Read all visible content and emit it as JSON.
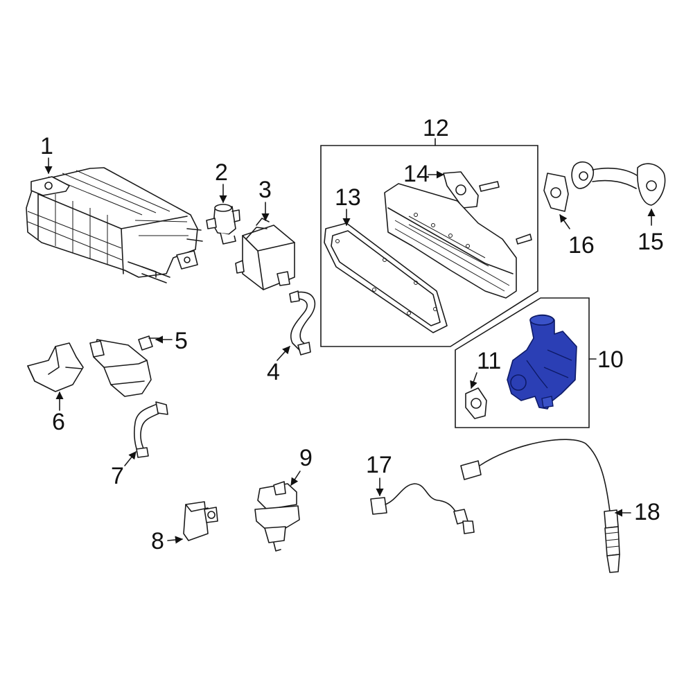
{
  "diagram": {
    "highlight_color": "#2b3fb5",
    "callouts": [
      {
        "id": "1",
        "label": "1"
      },
      {
        "id": "2",
        "label": "2"
      },
      {
        "id": "3",
        "label": "3"
      },
      {
        "id": "4",
        "label": "4"
      },
      {
        "id": "5",
        "label": "5"
      },
      {
        "id": "6",
        "label": "6"
      },
      {
        "id": "7",
        "label": "7"
      },
      {
        "id": "8",
        "label": "8"
      },
      {
        "id": "9",
        "label": "9"
      },
      {
        "id": "10",
        "label": "10"
      },
      {
        "id": "11",
        "label": "11"
      },
      {
        "id": "12",
        "label": "12"
      },
      {
        "id": "13",
        "label": "13"
      },
      {
        "id": "14",
        "label": "14"
      },
      {
        "id": "15",
        "label": "15"
      },
      {
        "id": "16",
        "label": "16"
      },
      {
        "id": "17",
        "label": "17"
      },
      {
        "id": "18",
        "label": "18"
      }
    ]
  }
}
